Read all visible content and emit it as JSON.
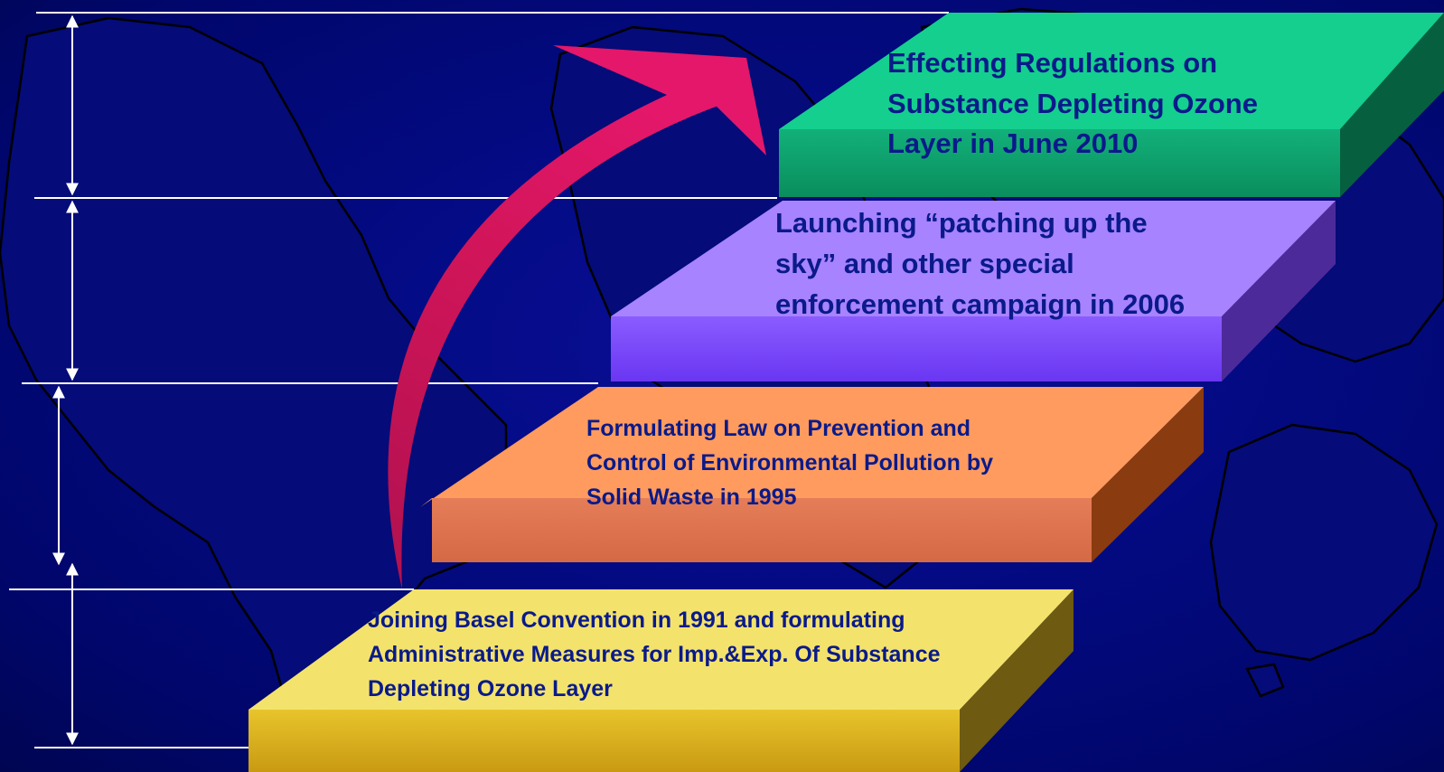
{
  "steps": [
    {
      "id": "basel",
      "lines": [
        "Joining Basel Convention in 1991 and formulating",
        "Administrative Measures for Imp.&Exp. Of Substance",
        "Depleting Ozone Layer"
      ],
      "colors": {
        "top": "#f3e36d",
        "front": "#d9b31f",
        "side": "#6e5a10"
      }
    },
    {
      "id": "solid-waste",
      "lines": [
        "Formulating Law on Prevention and",
        "Control of Environmental Pollution by",
        "Solid Waste in 1995"
      ],
      "colors": {
        "top": "#ff9b5e",
        "front": "#dd7450",
        "side": "#8a3b10"
      }
    },
    {
      "id": "patching-sky",
      "lines": [
        "Launching “patching up the",
        "sky” and other special",
        "enforcement campaign in 2006"
      ],
      "colors": {
        "top": "#a783ff",
        "front": "#7d4bff",
        "side": "#4d2a9a"
      }
    },
    {
      "id": "ozone-regulations",
      "lines": [
        "Effecting Regulations on",
        "Substance Depleting Ozone",
        "Layer in June 2010"
      ],
      "colors": {
        "top": "#14cf8e",
        "front": "#0ea66f",
        "side": "#06603f"
      }
    }
  ],
  "colors": {
    "background": "#040b86",
    "continents": "#050b78",
    "arrow": "#c8105a",
    "lines": "#ffffff",
    "text": "#0a1a8a"
  }
}
